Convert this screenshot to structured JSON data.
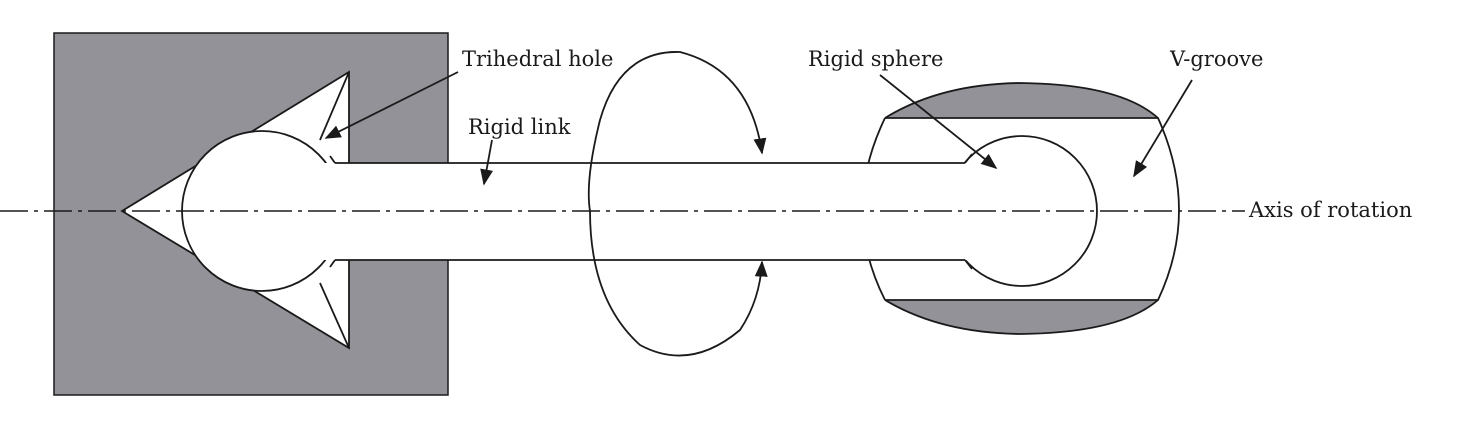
{
  "labels": {
    "trihedral_hole": "Trihedral hole",
    "rigid_link": "Rigid link",
    "rigid_sphere": "Rigid sphere",
    "v_groove": "V-groove",
    "axis_of_rotation": "Axis of rotation"
  },
  "colors": {
    "block_fill": "#929298",
    "line": "#1a1a1a",
    "background": "#ffffff"
  }
}
